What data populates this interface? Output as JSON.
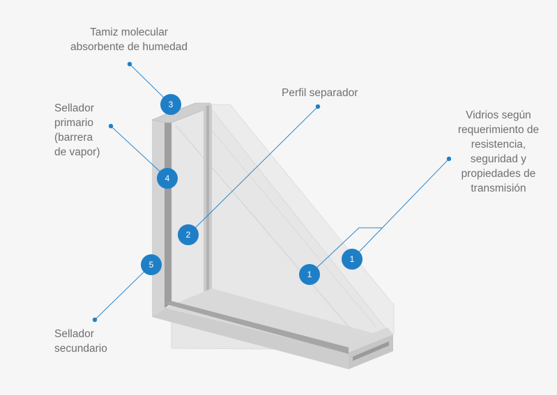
{
  "labels": {
    "tamiz": "Tamiz molecular\nabsorbente de humedad",
    "sellador_primario": "Sellador\nprimario\n(barrera\nde vapor)",
    "perfil": "Perfil separador",
    "vidrios": "Vidrios según\nrequerimiento de\nresistencia,\nseguridad y\npropiedades de\ntransmisión",
    "sellador_secundario": "Sellador\nsecundario"
  },
  "badges": {
    "b1a": "1",
    "b1b": "1",
    "b2": "2",
    "b3": "3",
    "b4": "4",
    "b5": "5"
  },
  "colors": {
    "background": "#f6f6f6",
    "accent_blue": "#1f7fc6",
    "leader_line": "#2b86c9",
    "frame_light": "#d7d7d7",
    "frame_dark": "#a9a9a9",
    "glass": "#e4e4e4",
    "label_text": "#6f6f6f"
  }
}
